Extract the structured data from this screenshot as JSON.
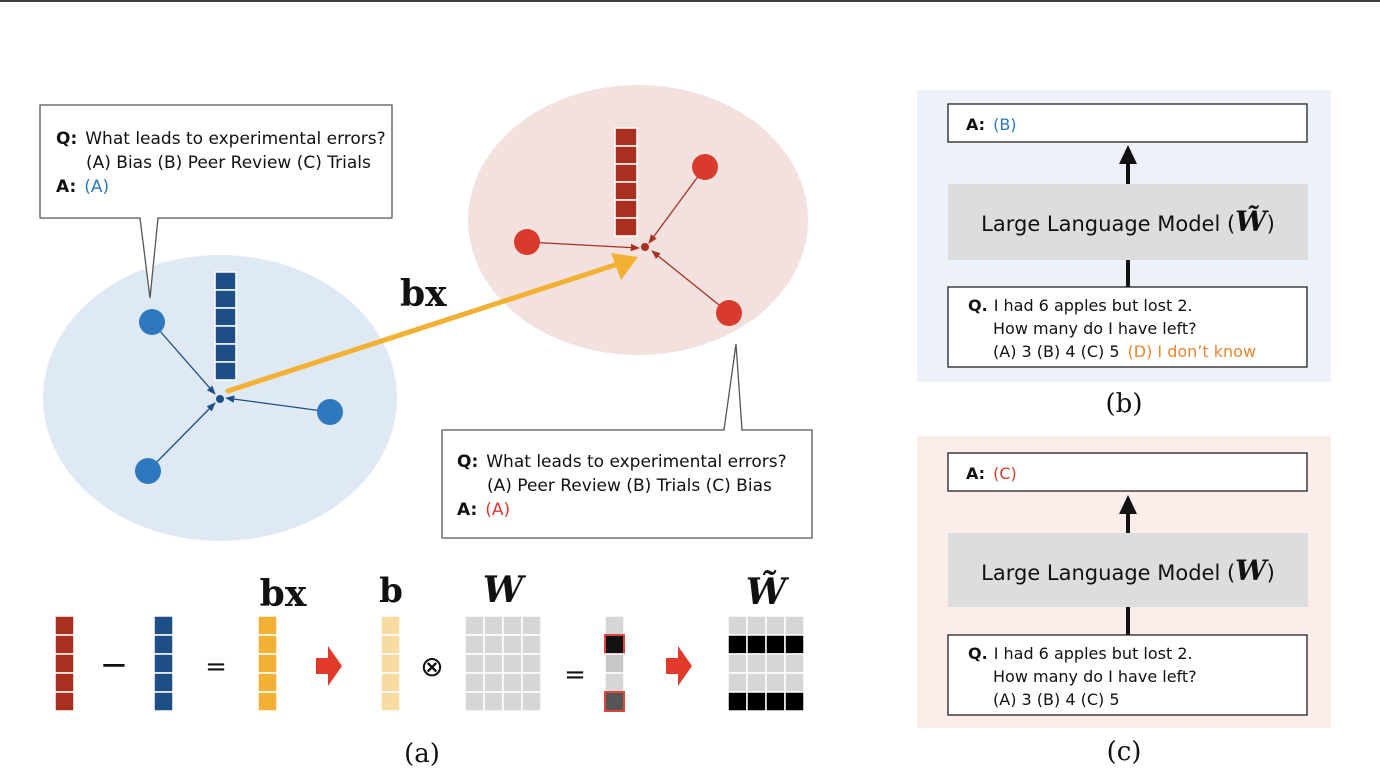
{
  "colors": {
    "blue": "#2e79bd",
    "dark_blue": "#1e4e86",
    "red": "#d83a2b",
    "dark_red": "#a9301f",
    "orange": "#f2b134",
    "light_orange": "#f8dba0",
    "blue_cluster": "#dfe9f4",
    "red_cluster": "#f3e1df",
    "panel_b_bg": "#ecf2f8",
    "panel_c_bg": "#fbeeea",
    "llm_box": "#dddddd",
    "grid_gray": "#d6d6d6",
    "answer_orange": "#e8862f"
  },
  "panel_a": {
    "caption": "(a)",
    "bubble_blue": {
      "q_prefix": "Q:",
      "question": "What leads to experimental errors?",
      "options": "(A) Bias  (B) Peer Review  (C) Trials",
      "a_prefix": "A:",
      "answer": "(A)"
    },
    "bubble_red": {
      "q_prefix": "Q:",
      "question": "What leads to experimental errors?",
      "options": "(A) Peer Review  (B) Trials  (C) Bias",
      "a_prefix": "A:",
      "answer": "(A)"
    },
    "arrow_label": "bx",
    "eq": {
      "minus": "−",
      "equals1": "=",
      "bx_label": "bx",
      "b_label": "b",
      "otimes": "⊗",
      "w_label": "W",
      "equals2": "=",
      "w_tilde_label": "W̃"
    }
  },
  "panel_b": {
    "caption": "(b)",
    "answer_prefix": "A:",
    "answer": "(B)",
    "model_label": "Large Language Model",
    "model_weight": "W̃",
    "q_prefix": "Q.",
    "q_line1": "I had 6 apples but lost 2.",
    "q_line2": "How many do I have left?",
    "q_options": "(A) 3  (B) 4  (C) 5",
    "q_extra_option": "(D) I don’t know"
  },
  "panel_c": {
    "caption": "(c)",
    "answer_prefix": "A:",
    "answer": "(C)",
    "model_label": "Large Language Model",
    "model_weight": "W",
    "q_prefix": "Q.",
    "q_line1": "I had 6 apples but lost 2.",
    "q_line2": "How many do I have left?",
    "q_options": "(A) 3  (B) 4  (C) 5"
  }
}
